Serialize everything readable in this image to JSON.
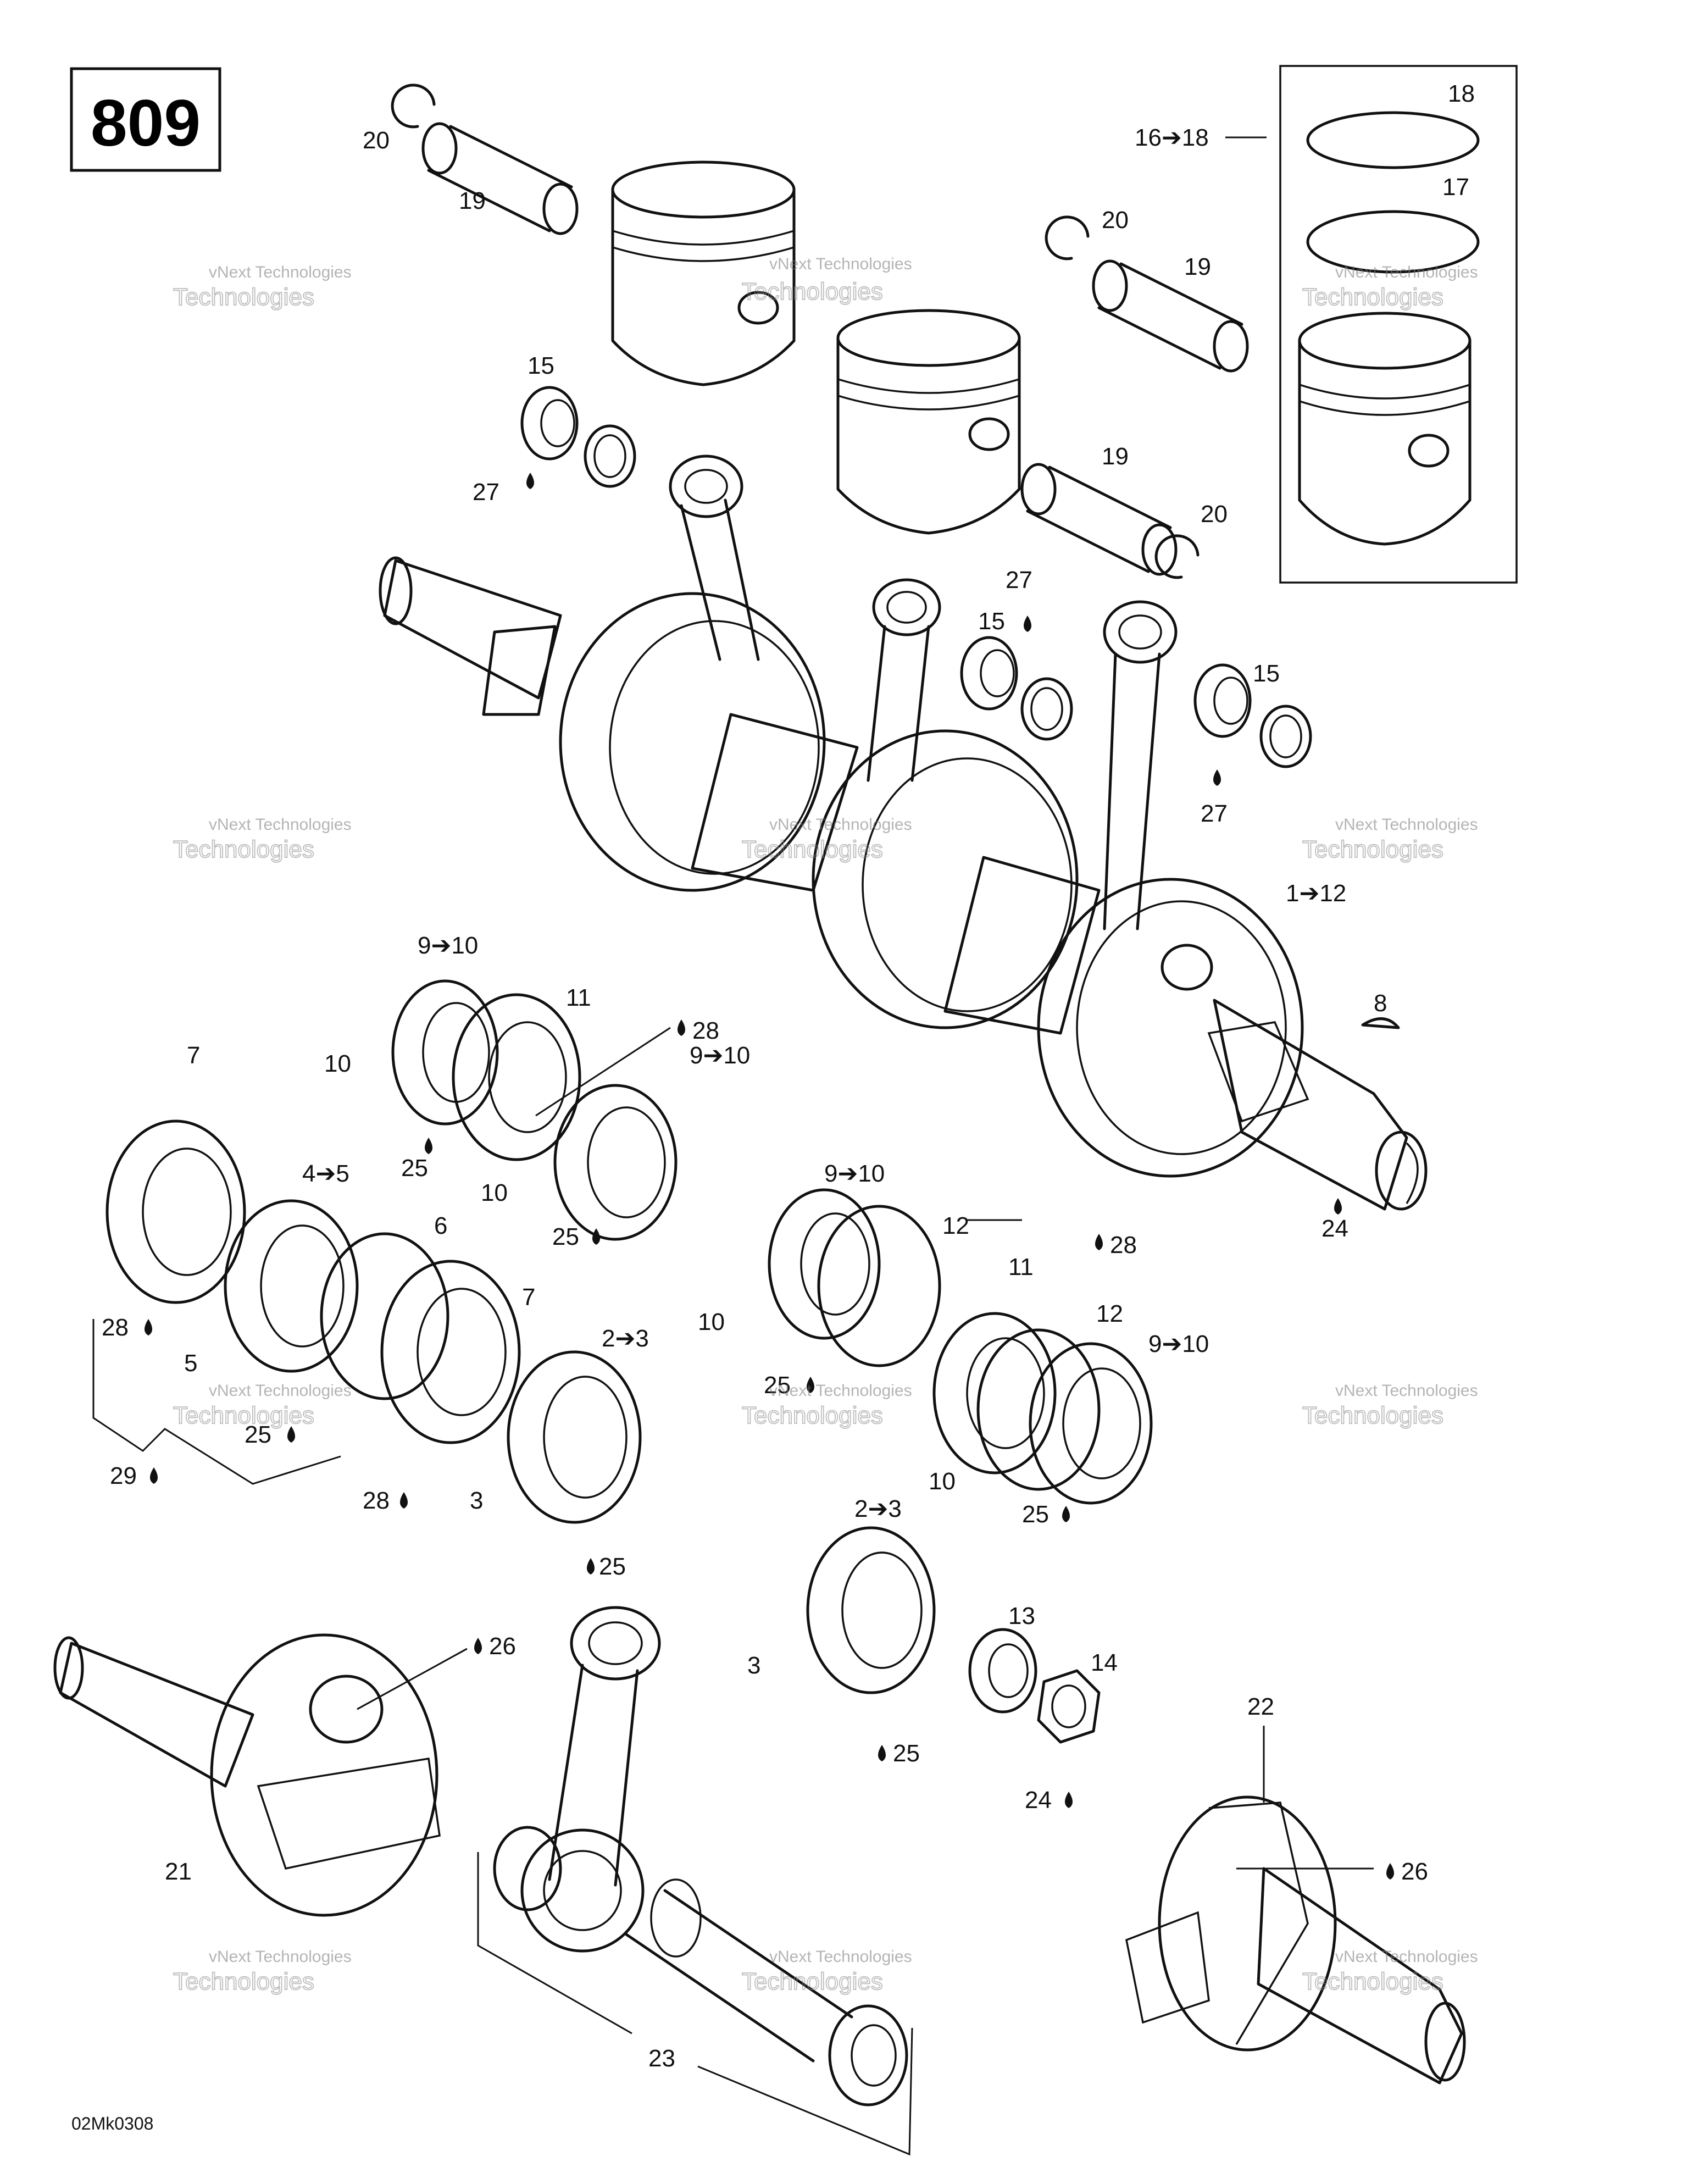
{
  "diagram_number": "809",
  "drawing_code": "02Mk0308",
  "watermark": {
    "line1": "vNext Technologies",
    "line2": "Technologies"
  },
  "labels": {
    "l20a": "20",
    "l19a": "19",
    "l16_18": "16➔18",
    "l18": "18",
    "l17": "17",
    "l20b": "20",
    "l19b": "19",
    "l19c": "19",
    "l20c": "20",
    "l15a": "15",
    "l27a": "27",
    "l27b": "27",
    "l15b": "15",
    "l15c": "15",
    "l27c": "27",
    "l1_12": "1➔12",
    "l8": "8",
    "l24a": "24",
    "l9_10a": "9➔10",
    "l11a": "11",
    "l28a": "28",
    "l10a": "10",
    "l25a": "25",
    "l9_10b": "9➔10",
    "l10b": "10",
    "l25b": "25",
    "l7a": "7",
    "l4_5": "4➔5",
    "l6": "6",
    "l28b": "28",
    "l5": "5",
    "l7b": "7",
    "l25c": "25",
    "l29": "29",
    "l28c": "28",
    "l2_3a": "2➔3",
    "l3a": "3",
    "l25d": "25",
    "l9_10c": "9➔10",
    "l12a": "12",
    "l28d": "28",
    "l11b": "11",
    "l10c": "10",
    "l12b": "12",
    "l25e": "25",
    "l9_10d": "9➔10",
    "l10d": "10",
    "l25f": "25",
    "l2_3b": "2➔3",
    "l3b": "3",
    "l25g": "25",
    "l13": "13",
    "l14": "14",
    "l24b": "24",
    "l26a": "26",
    "l21": "21",
    "l22": "22",
    "l26b": "26",
    "l23": "23"
  }
}
